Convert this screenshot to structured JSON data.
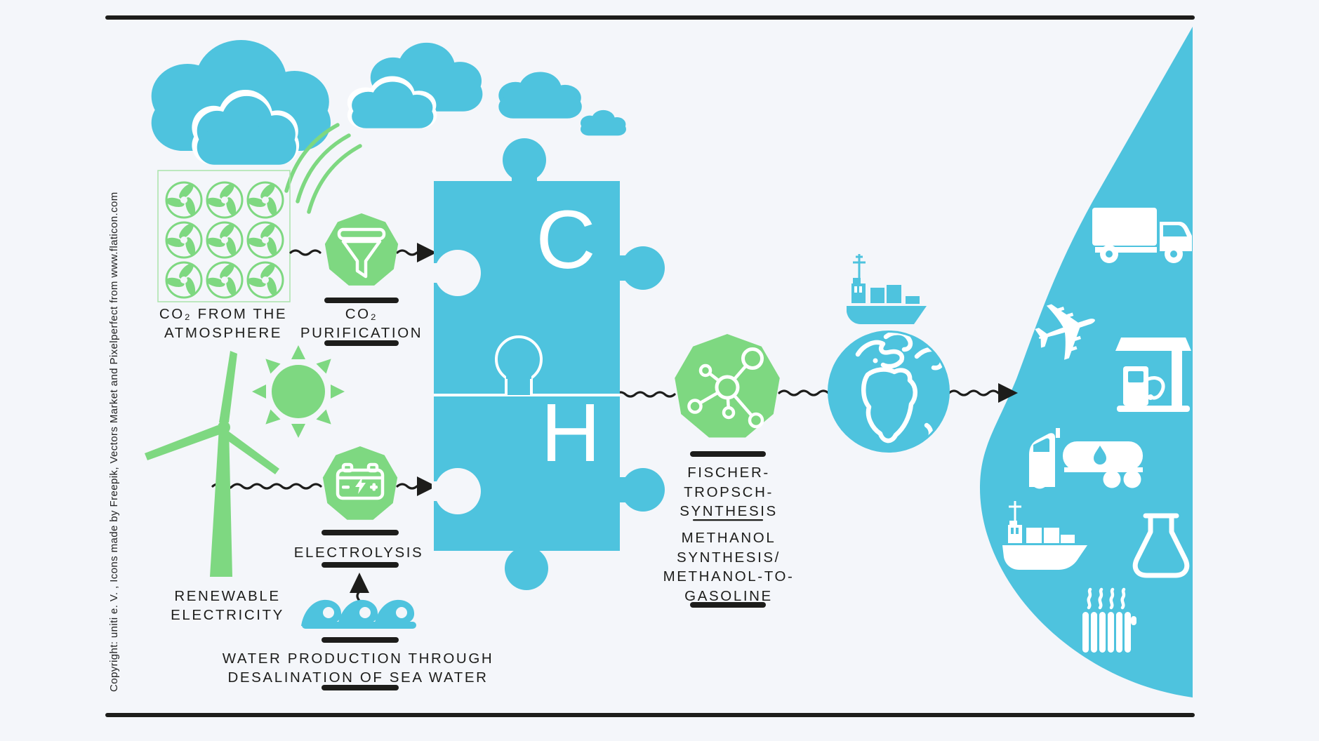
{
  "figure": {
    "copyright": "Copyright: uniti e. V. , Icons made by Freepik, Vectors Market and Pixelperfect from www.flaticon.com",
    "puzzle": {
      "carbon_letter": "C",
      "hydrogen_letter": "H"
    },
    "labels": {
      "co2_source_line1": "CO₂ FROM THE",
      "co2_source_line2": "ATMOSPHERE",
      "co2_purification_line1": "CO₂",
      "co2_purification_line2": "PURIFICATION",
      "electrolysis": "ELECTROLYSIS",
      "renewable_line1": "RENEWABLE",
      "renewable_line2": "ELECTRICITY",
      "water_line1": "WATER PRODUCTION THROUGH",
      "water_line2": "DESALINATION OF SEA WATER",
      "ft_line1": "FISCHER-",
      "ft_line2": "TROPSCH-",
      "ft_line3": "SYNTHESIS",
      "methanol_line1": "METHANOL",
      "methanol_line2": "SYNTHESIS/",
      "methanol_line3": "METHANOL-TO-",
      "methanol_line4": "GASOLINE"
    },
    "icons": {
      "plane_glyph": "✈",
      "names": [
        "cloud-icon",
        "fan-grid-icon",
        "funnel-icon",
        "sun-icon",
        "wind-turbine-icon",
        "battery-icon",
        "sea-waves-icon",
        "molecule-icon",
        "globe-icon",
        "cargo-ship-icon",
        "truck-icon",
        "plane-icon",
        "gas-station-icon",
        "tanker-truck-icon",
        "flask-icon",
        "radiator-icon",
        "puzzle-pieces",
        "fuel-drop-shape"
      ]
    },
    "colors": {
      "teal": "#4ec3de",
      "green": "#7ed881",
      "ink": "#1d1d1b",
      "background": "#f4f6fa",
      "white": "#ffffff"
    }
  }
}
